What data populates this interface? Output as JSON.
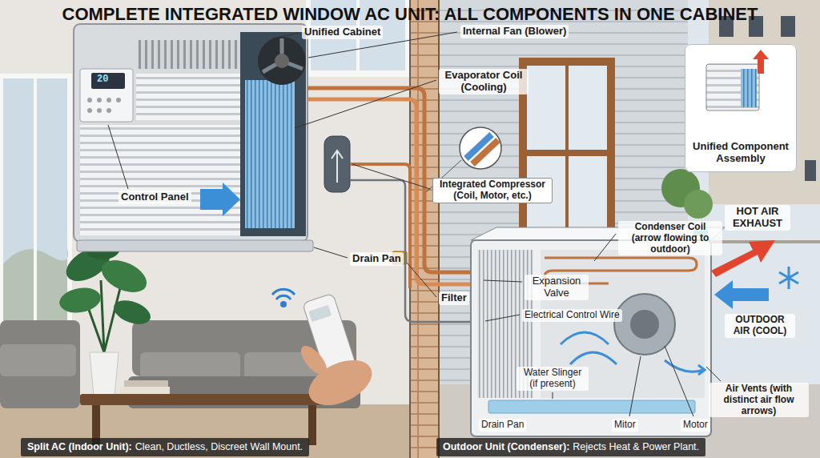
{
  "diagram": {
    "title": "COMPLETE INTEGRATED WINDOW AC UNIT: ALL COMPONENTS IN ONE CABINET",
    "nodes": [
      {
        "text": [
          "Unified Component Assembly"
        ]
      },
      {
        "text": [
          "Split AC (Indoor Unit):",
          "Clean, Ductless, Discreet Wall Mount."
        ]
      },
      {
        "text": [
          "Outdoor Unit (Condenser):",
          "Rejects Heat & Power Plant."
        ]
      }
    ],
    "labels": [
      "Unified Cabinet",
      "Internal Fan (Blower)",
      "20",
      "Evaporator Coil (Cooling)",
      "Control Panel",
      "Integrated Compressor (Coil, Motor, etc.)",
      "Drain Pan",
      "Filter",
      "Expansion Valve",
      "Electrical Control Wire",
      "Condenser Coil (arrow flowing to outdoor)",
      "HOT AIR EXHAUST",
      "OUTDOOR AIR (COOL)",
      "Water Slinger (if present)",
      "Drain Pan",
      "Mitor",
      "Motor",
      "Air Vents (with distinct air flow arrows)"
    ]
  }
}
